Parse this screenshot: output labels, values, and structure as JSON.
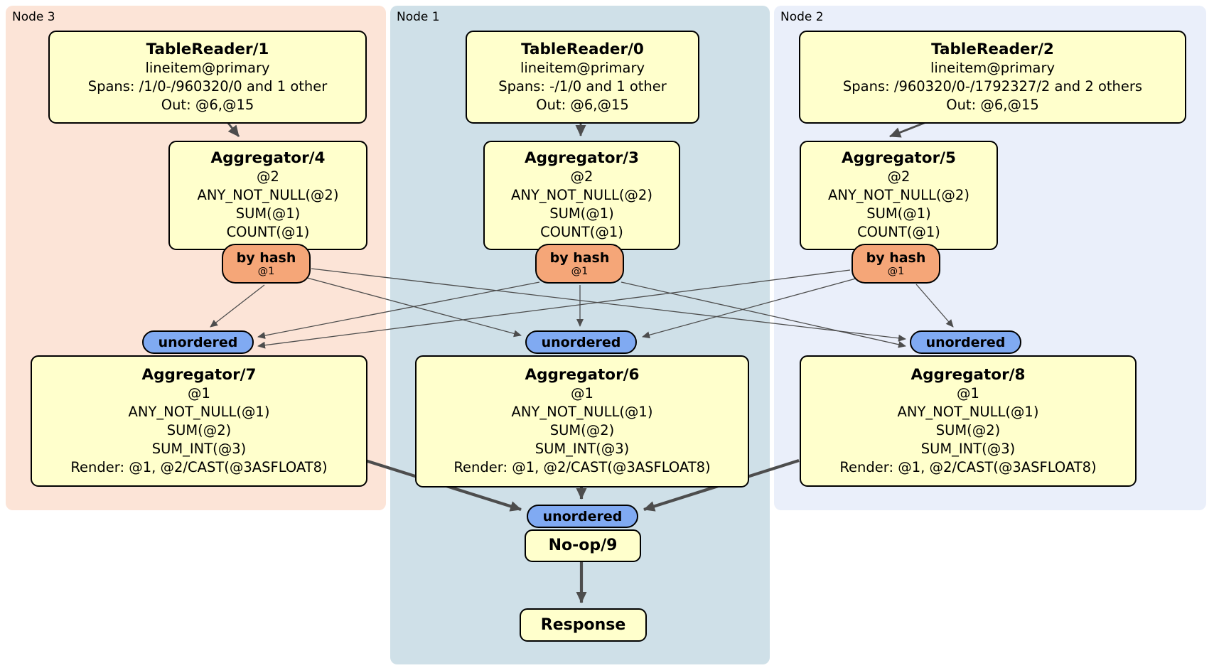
{
  "panels": [
    {
      "label": "Node 3"
    },
    {
      "label": "Node 1"
    },
    {
      "label": "Node 2"
    }
  ],
  "nodes": {
    "tablereader1": {
      "title": "TableReader/1",
      "lines": [
        "lineitem@primary",
        "Spans: /1/0-/960320/0 and 1 other",
        "Out: @6,@15"
      ]
    },
    "tablereader0": {
      "title": "TableReader/0",
      "lines": [
        "lineitem@primary",
        "Spans: -/1/0 and 1 other",
        "Out: @6,@15"
      ]
    },
    "tablereader2": {
      "title": "TableReader/2",
      "lines": [
        "lineitem@primary",
        "Spans: /960320/0-/1792327/2 and 2 others",
        "Out: @6,@15"
      ]
    },
    "aggregator4": {
      "title": "Aggregator/4",
      "lines": [
        "@2",
        "ANY_NOT_NULL(@2)",
        "SUM(@1)",
        "COUNT(@1)"
      ]
    },
    "aggregator3": {
      "title": "Aggregator/3",
      "lines": [
        "@2",
        "ANY_NOT_NULL(@2)",
        "SUM(@1)",
        "COUNT(@1)"
      ]
    },
    "aggregator5": {
      "title": "Aggregator/5",
      "lines": [
        "@2",
        "ANY_NOT_NULL(@2)",
        "SUM(@1)",
        "COUNT(@1)"
      ]
    },
    "aggregator7": {
      "title": "Aggregator/7",
      "lines": [
        "@1",
        "ANY_NOT_NULL(@1)",
        "SUM(@2)",
        "SUM_INT(@3)",
        "Render: @1, @2/CAST(@3ASFLOAT8)"
      ]
    },
    "aggregator6": {
      "title": "Aggregator/6",
      "lines": [
        "@1",
        "ANY_NOT_NULL(@1)",
        "SUM(@2)",
        "SUM_INT(@3)",
        "Render: @1, @2/CAST(@3ASFLOAT8)"
      ]
    },
    "aggregator8": {
      "title": "Aggregator/8",
      "lines": [
        "@1",
        "ANY_NOT_NULL(@1)",
        "SUM(@2)",
        "SUM_INT(@3)",
        "Render: @1, @2/CAST(@3ASFLOAT8)"
      ]
    },
    "noop": {
      "title": "No-op/9"
    },
    "response": {
      "title": "Response"
    }
  },
  "routers": [
    {
      "label": "by hash",
      "sub": "@1"
    },
    {
      "label": "by hash",
      "sub": "@1"
    },
    {
      "label": "by hash",
      "sub": "@1"
    }
  ],
  "syncs": [
    {
      "label": "unordered"
    },
    {
      "label": "unordered"
    },
    {
      "label": "unordered"
    },
    {
      "label": "unordered"
    }
  ],
  "colors": {
    "node3": "#fce4d7",
    "node1": "#cfe0e8",
    "node2": "#eaeffa",
    "box": "#ffffcc",
    "router": "#f5a678",
    "sync": "#80aaf2",
    "edge": "#4d4d4d"
  }
}
